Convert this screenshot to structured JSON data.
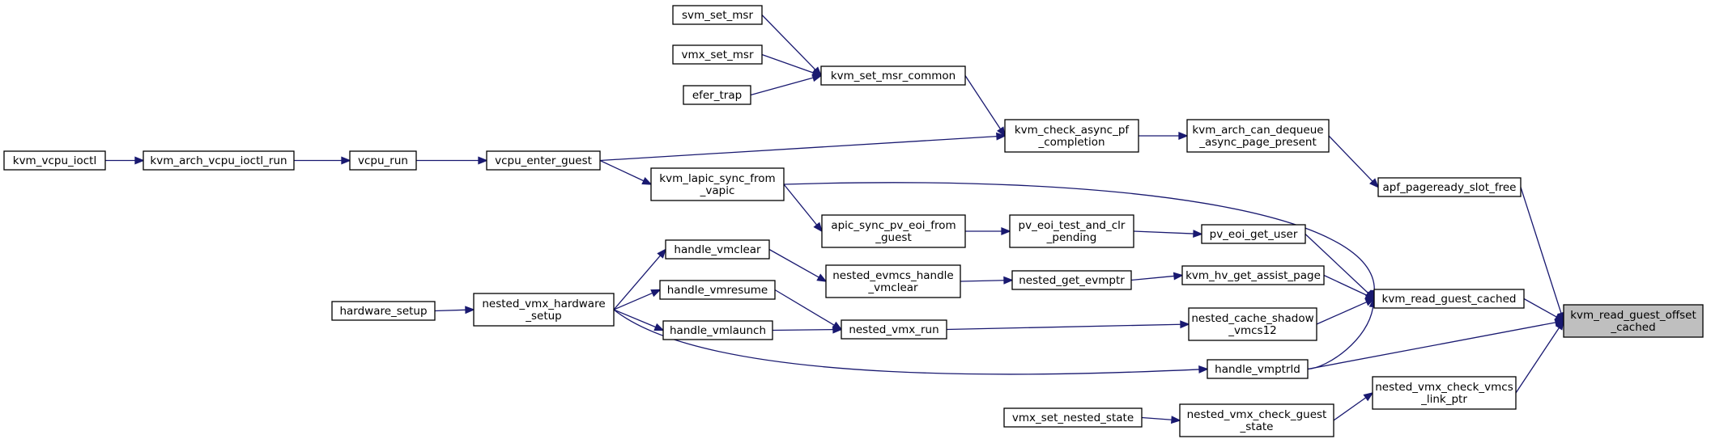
{
  "graph": {
    "title": "kvm_read_guest_offset_cached",
    "edge_color": "#191970",
    "focus_fill": "#bfbfbf",
    "node_fill": "#ffffff",
    "nodes": [
      {
        "id": "kvm_read_guest_offset_cached",
        "lines": [
          "kvm_read_guest_offset",
          "_cached"
        ],
        "focus": true
      },
      {
        "id": "kvm_read_guest_cached",
        "lines": [
          "kvm_read_guest_cached"
        ]
      },
      {
        "id": "apf_pageready_slot_free",
        "lines": [
          "apf_pageready_slot_free"
        ]
      },
      {
        "id": "handle_vmptrld",
        "lines": [
          "handle_vmptrld"
        ]
      },
      {
        "id": "nested_vmx_check_vmcs_link_ptr",
        "lines": [
          "nested_vmx_check_vmcs",
          "_link_ptr"
        ]
      },
      {
        "id": "kvm_arch_can_dequeue_async_page_present",
        "lines": [
          "kvm_arch_can_dequeue",
          "_async_page_present"
        ]
      },
      {
        "id": "pv_eoi_get_user",
        "lines": [
          "pv_eoi_get_user"
        ]
      },
      {
        "id": "kvm_hv_get_assist_page",
        "lines": [
          "kvm_hv_get_assist_page"
        ]
      },
      {
        "id": "nested_cache_shadow_vmcs12",
        "lines": [
          "nested_cache_shadow",
          "_vmcs12"
        ]
      },
      {
        "id": "nested_vmx_check_guest_state",
        "lines": [
          "nested_vmx_check_guest",
          "_state"
        ]
      },
      {
        "id": "kvm_check_async_pf_completion",
        "lines": [
          "kvm_check_async_pf",
          "_completion"
        ]
      },
      {
        "id": "pv_eoi_test_and_clr_pending",
        "lines": [
          "pv_eoi_test_and_clr",
          "_pending"
        ]
      },
      {
        "id": "nested_get_evmptr",
        "lines": [
          "nested_get_evmptr"
        ]
      },
      {
        "id": "vmx_set_nested_state",
        "lines": [
          "vmx_set_nested_state"
        ]
      },
      {
        "id": "kvm_set_msr_common",
        "lines": [
          "kvm_set_msr_common"
        ]
      },
      {
        "id": "apic_sync_pv_eoi_from_guest",
        "lines": [
          "apic_sync_pv_eoi_from",
          "_guest"
        ]
      },
      {
        "id": "nested_evmcs_handle_vmclear",
        "lines": [
          "nested_evmcs_handle",
          "_vmclear"
        ]
      },
      {
        "id": "nested_vmx_run",
        "lines": [
          "nested_vmx_run"
        ]
      },
      {
        "id": "svm_set_msr",
        "lines": [
          "svm_set_msr"
        ]
      },
      {
        "id": "vmx_set_msr",
        "lines": [
          "vmx_set_msr"
        ]
      },
      {
        "id": "efer_trap",
        "lines": [
          "efer_trap"
        ]
      },
      {
        "id": "kvm_lapic_sync_from_vapic",
        "lines": [
          "kvm_lapic_sync_from",
          "_vapic"
        ]
      },
      {
        "id": "handle_vmclear",
        "lines": [
          "handle_vmclear"
        ]
      },
      {
        "id": "handle_vmresume",
        "lines": [
          "handle_vmresume"
        ]
      },
      {
        "id": "handle_vmlaunch",
        "lines": [
          "handle_vmlaunch"
        ]
      },
      {
        "id": "vcpu_enter_guest",
        "lines": [
          "vcpu_enter_guest"
        ]
      },
      {
        "id": "nested_vmx_hardware_setup",
        "lines": [
          "nested_vmx_hardware",
          "_setup"
        ]
      },
      {
        "id": "vcpu_run",
        "lines": [
          "vcpu_run"
        ]
      },
      {
        "id": "hardware_setup",
        "lines": [
          "hardware_setup"
        ]
      },
      {
        "id": "kvm_arch_vcpu_ioctl_run",
        "lines": [
          "kvm_arch_vcpu_ioctl_run"
        ]
      },
      {
        "id": "kvm_vcpu_ioctl",
        "lines": [
          "kvm_vcpu_ioctl"
        ]
      }
    ],
    "edges": [
      {
        "from": "kvm_read_guest_cached",
        "to": "kvm_read_guest_offset_cached"
      },
      {
        "from": "apf_pageready_slot_free",
        "to": "kvm_read_guest_offset_cached"
      },
      {
        "from": "handle_vmptrld",
        "to": "kvm_read_guest_offset_cached"
      },
      {
        "from": "nested_vmx_check_vmcs_link_ptr",
        "to": "kvm_read_guest_offset_cached"
      },
      {
        "from": "kvm_arch_can_dequeue_async_page_present",
        "to": "apf_pageready_slot_free"
      },
      {
        "from": "kvm_check_async_pf_completion",
        "to": "kvm_arch_can_dequeue_async_page_present"
      },
      {
        "from": "kvm_set_msr_common",
        "to": "kvm_check_async_pf_completion"
      },
      {
        "from": "vcpu_enter_guest",
        "to": "kvm_check_async_pf_completion"
      },
      {
        "from": "svm_set_msr",
        "to": "kvm_set_msr_common"
      },
      {
        "from": "vmx_set_msr",
        "to": "kvm_set_msr_common"
      },
      {
        "from": "efer_trap",
        "to": "kvm_set_msr_common"
      },
      {
        "from": "vcpu_run",
        "to": "vcpu_enter_guest"
      },
      {
        "from": "kvm_arch_vcpu_ioctl_run",
        "to": "vcpu_run"
      },
      {
        "from": "kvm_vcpu_ioctl",
        "to": "kvm_arch_vcpu_ioctl_run"
      },
      {
        "from": "pv_eoi_get_user",
        "to": "kvm_read_guest_cached"
      },
      {
        "from": "kvm_hv_get_assist_page",
        "to": "kvm_read_guest_cached"
      },
      {
        "from": "nested_cache_shadow_vmcs12",
        "to": "kvm_read_guest_cached"
      },
      {
        "from": "handle_vmptrld",
        "to": "kvm_read_guest_cached"
      },
      {
        "from": "kvm_lapic_sync_from_vapic",
        "to": "kvm_read_guest_cached"
      },
      {
        "from": "pv_eoi_test_and_clr_pending",
        "to": "pv_eoi_get_user"
      },
      {
        "from": "apic_sync_pv_eoi_from_guest",
        "to": "pv_eoi_test_and_clr_pending"
      },
      {
        "from": "kvm_lapic_sync_from_vapic",
        "to": "apic_sync_pv_eoi_from_guest"
      },
      {
        "from": "vcpu_enter_guest",
        "to": "kvm_lapic_sync_from_vapic"
      },
      {
        "from": "nested_get_evmptr",
        "to": "kvm_hv_get_assist_page"
      },
      {
        "from": "nested_evmcs_handle_vmclear",
        "to": "nested_get_evmptr"
      },
      {
        "from": "handle_vmclear",
        "to": "nested_evmcs_handle_vmclear"
      },
      {
        "from": "nested_vmx_hardware_setup",
        "to": "handle_vmclear"
      },
      {
        "from": "nested_vmx_hardware_setup",
        "to": "handle_vmresume"
      },
      {
        "from": "nested_vmx_hardware_setup",
        "to": "handle_vmlaunch"
      },
      {
        "from": "nested_vmx_hardware_setup",
        "to": "handle_vmptrld"
      },
      {
        "from": "hardware_setup",
        "to": "nested_vmx_hardware_setup"
      },
      {
        "from": "nested_vmx_run",
        "to": "nested_cache_shadow_vmcs12"
      },
      {
        "from": "handle_vmresume",
        "to": "nested_vmx_run"
      },
      {
        "from": "handle_vmlaunch",
        "to": "nested_vmx_run"
      },
      {
        "from": "nested_vmx_check_guest_state",
        "to": "nested_vmx_check_vmcs_link_ptr"
      },
      {
        "from": "vmx_set_nested_state",
        "to": "nested_vmx_check_guest_state"
      }
    ]
  }
}
